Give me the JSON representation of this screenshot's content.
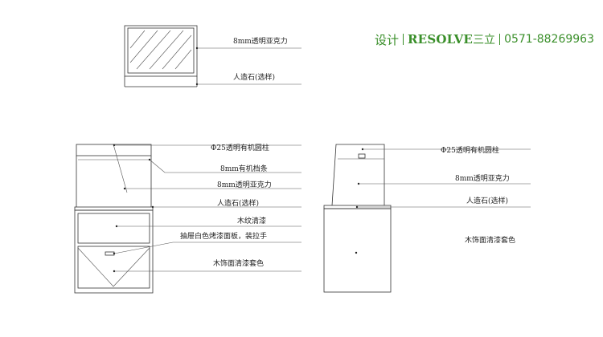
{
  "brand": {
    "left": "设计",
    "name": "RESOLVE",
    "cn": "三立",
    "phone": "0571-88269963"
  },
  "top_view": {
    "callout_1": "8mm透明亚克力",
    "callout_2": "人造石(选样)"
  },
  "front_view": {
    "callout_1": "Φ25透明有机圆柱",
    "callout_2": "8mm有机档条",
    "callout_3": "8mm透明亚克力",
    "callout_4": "人造石(选样)",
    "callout_5": "木纹清漆",
    "callout_6": "抽屉白色烤漆面板，装拉手",
    "callout_7": "木饰面清漆套色"
  },
  "side_view": {
    "callout_1": "Φ25透明有机圆柱",
    "callout_2": "8mm透明亚克力",
    "callout_3": "人造石(选样)",
    "callout_4": "木饰面清漆套色"
  }
}
